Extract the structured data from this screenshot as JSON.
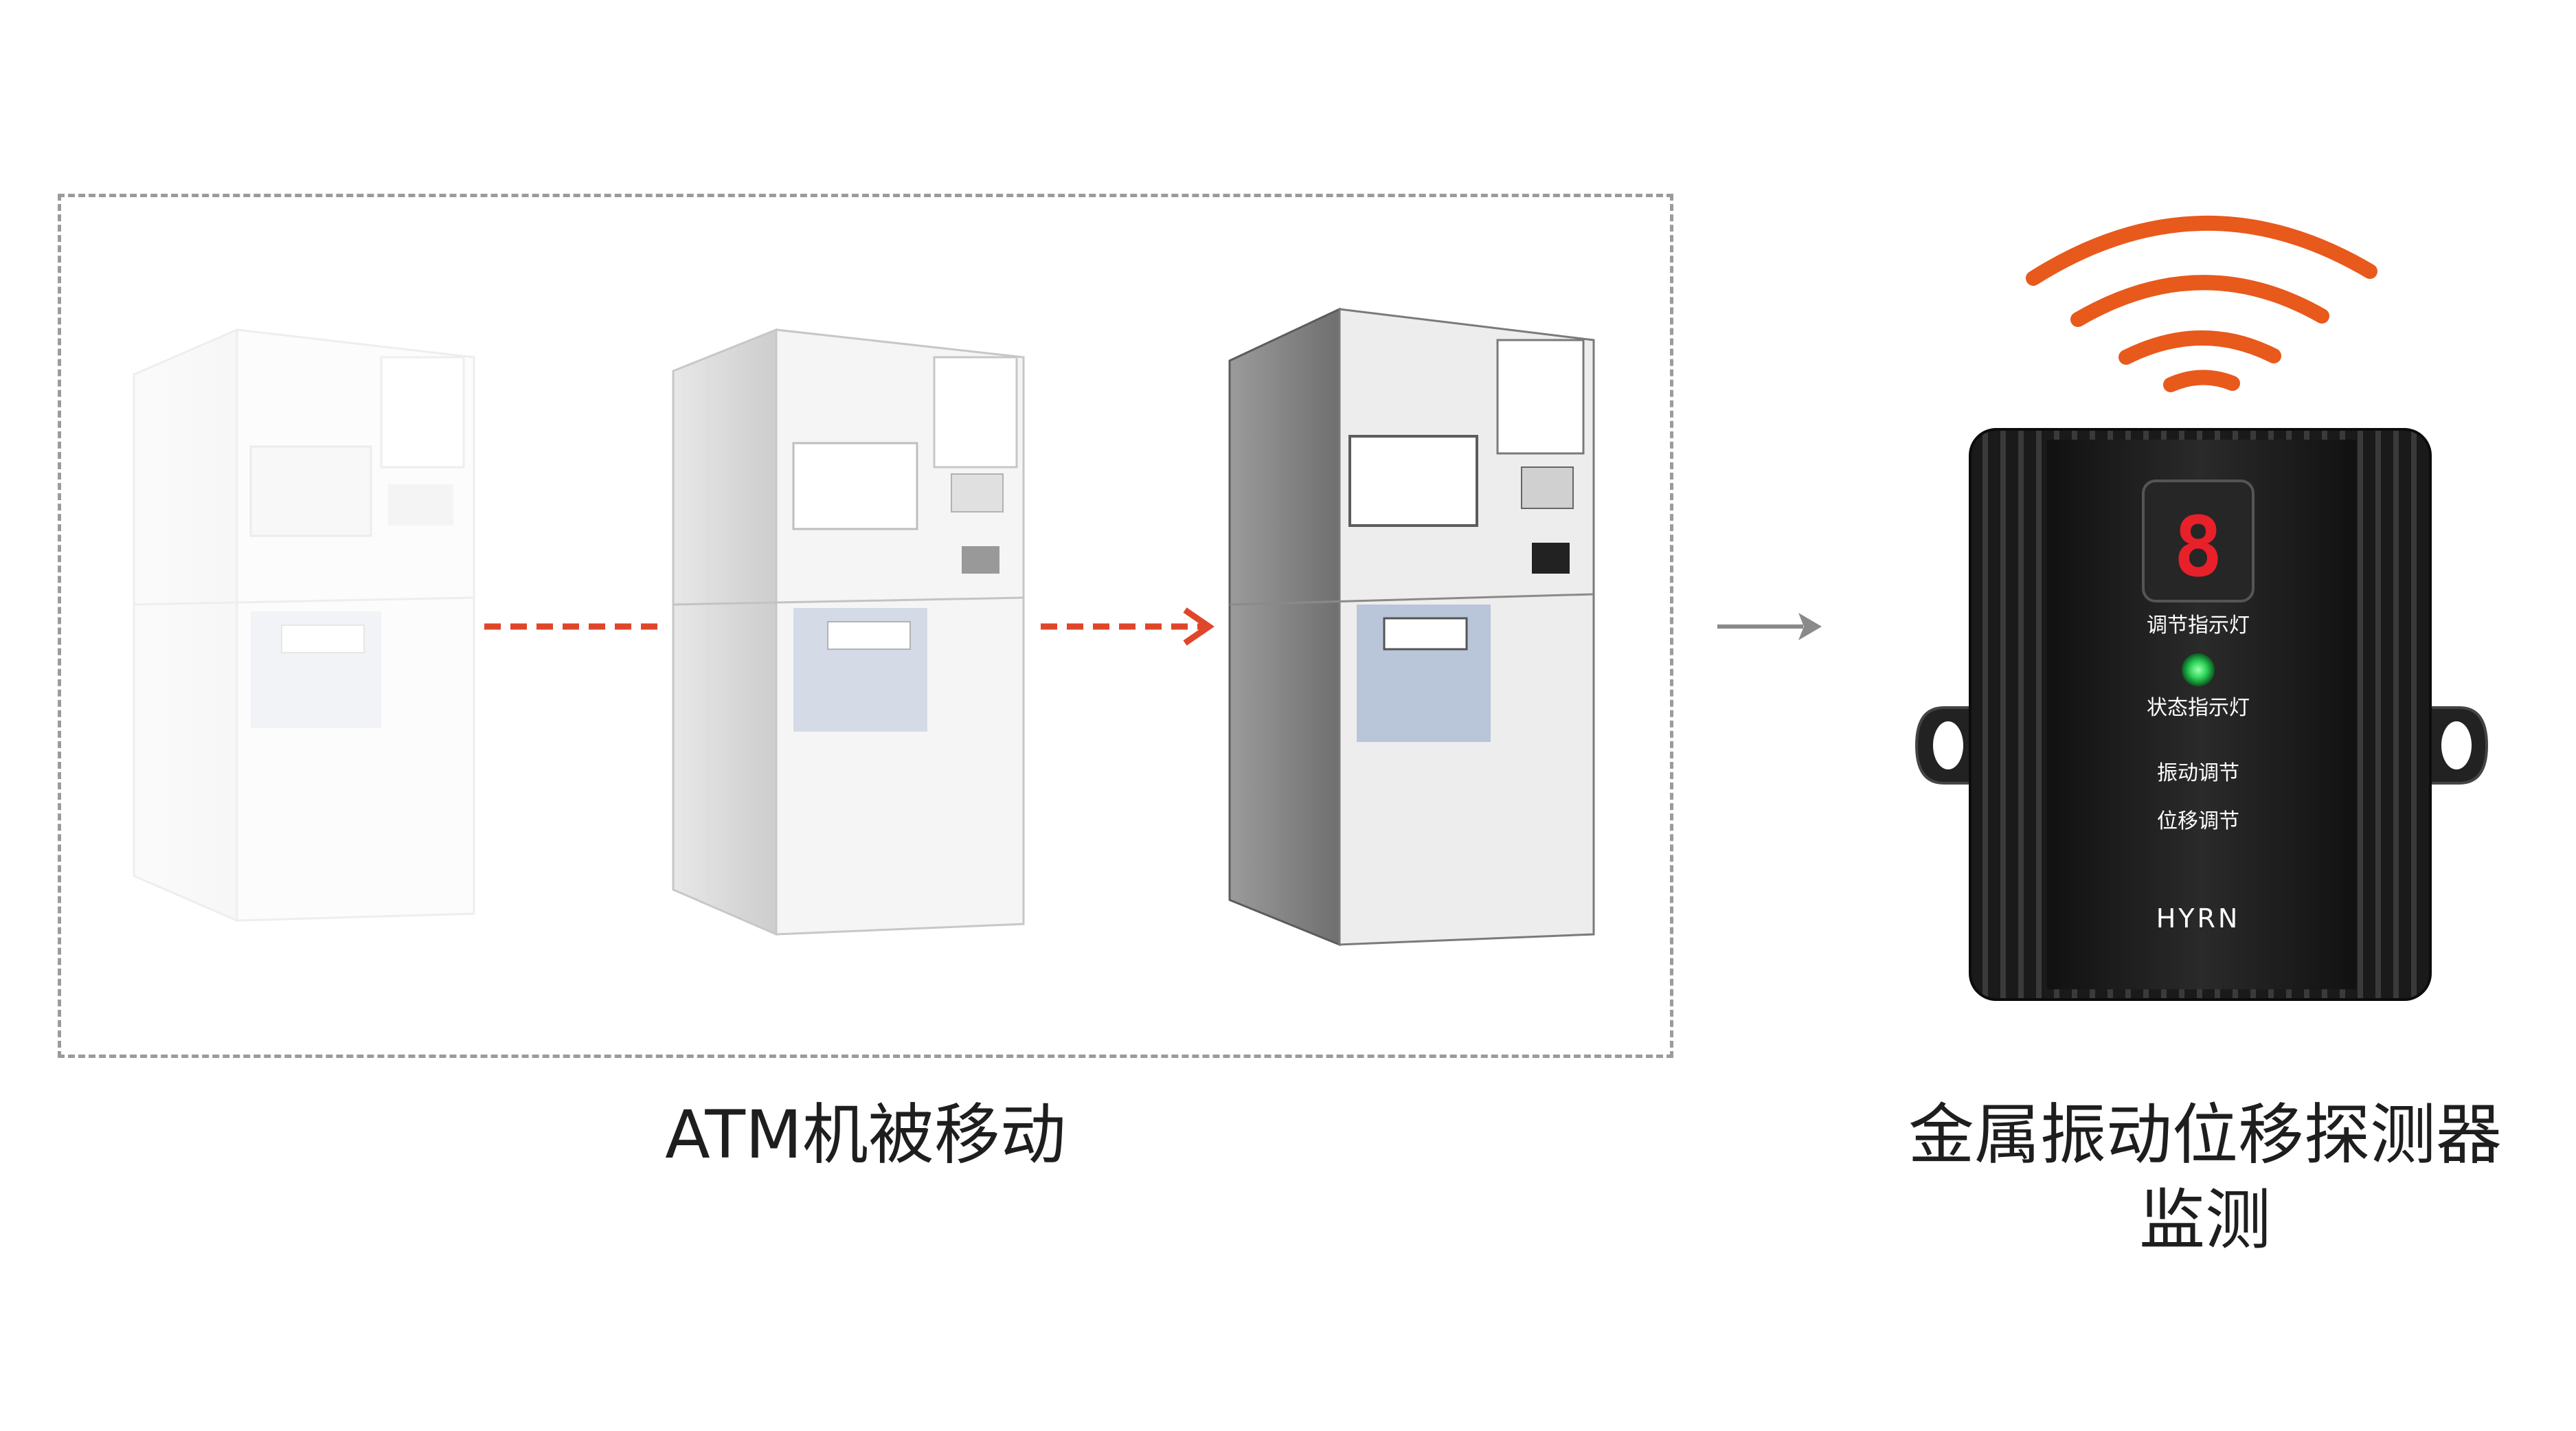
{
  "left_caption": "ATM机被移动",
  "right_caption_line1": "金属振动位移探测器",
  "right_caption_line2": "监测",
  "device": {
    "display_digit": "8",
    "label_adjust_indicator": "调节指示灯",
    "label_status_indicator": "状态指示灯",
    "label_vibration_adjust": "振动调节",
    "label_displacement_adjust": "位移调节",
    "brand": "HYRN"
  },
  "colors": {
    "accent_orange": "#e8591c",
    "arrow_red": "#e0462a",
    "arrow_gray": "#8a8a8a",
    "device_body": "#1b1b1b",
    "led_red": "#e8202a",
    "led_green": "#2fd65a"
  },
  "icons": {
    "wifi": "wifi-signal-icon",
    "arrow": "arrow-right-icon"
  }
}
